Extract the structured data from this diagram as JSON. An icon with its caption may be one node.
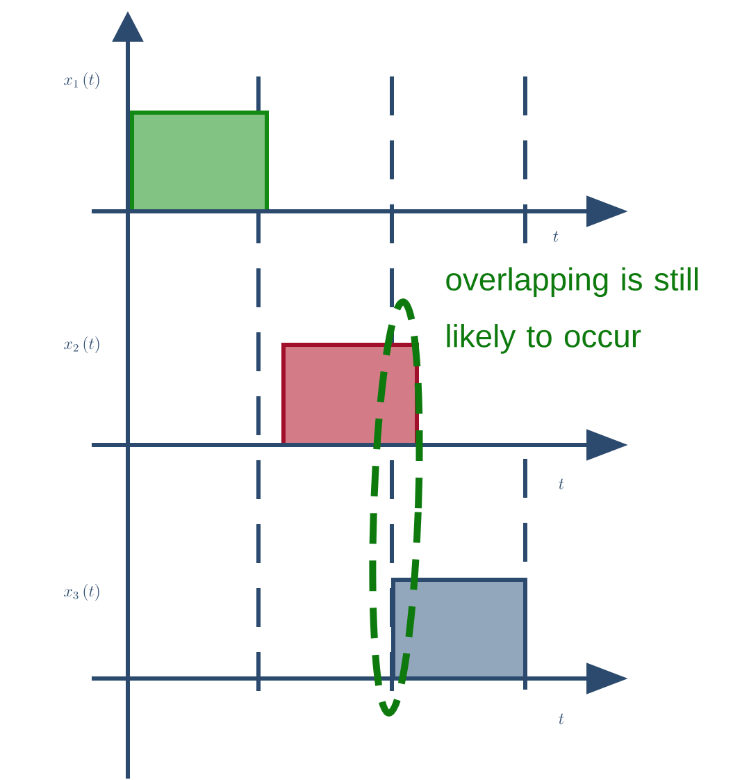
{
  "diagram": {
    "nodes": [
      {
        "text": [],
        "shape": "box"
      },
      {
        "text": [],
        "shape": "box"
      },
      {
        "text": [],
        "shape": "box"
      }
    ],
    "labels": [
      "x_1\\,(t)",
      "t",
      "overlapping is still likely to occur",
      "x_2\\,(t)",
      "t",
      "x_3\\,(t)",
      "t"
    ]
  }
}
